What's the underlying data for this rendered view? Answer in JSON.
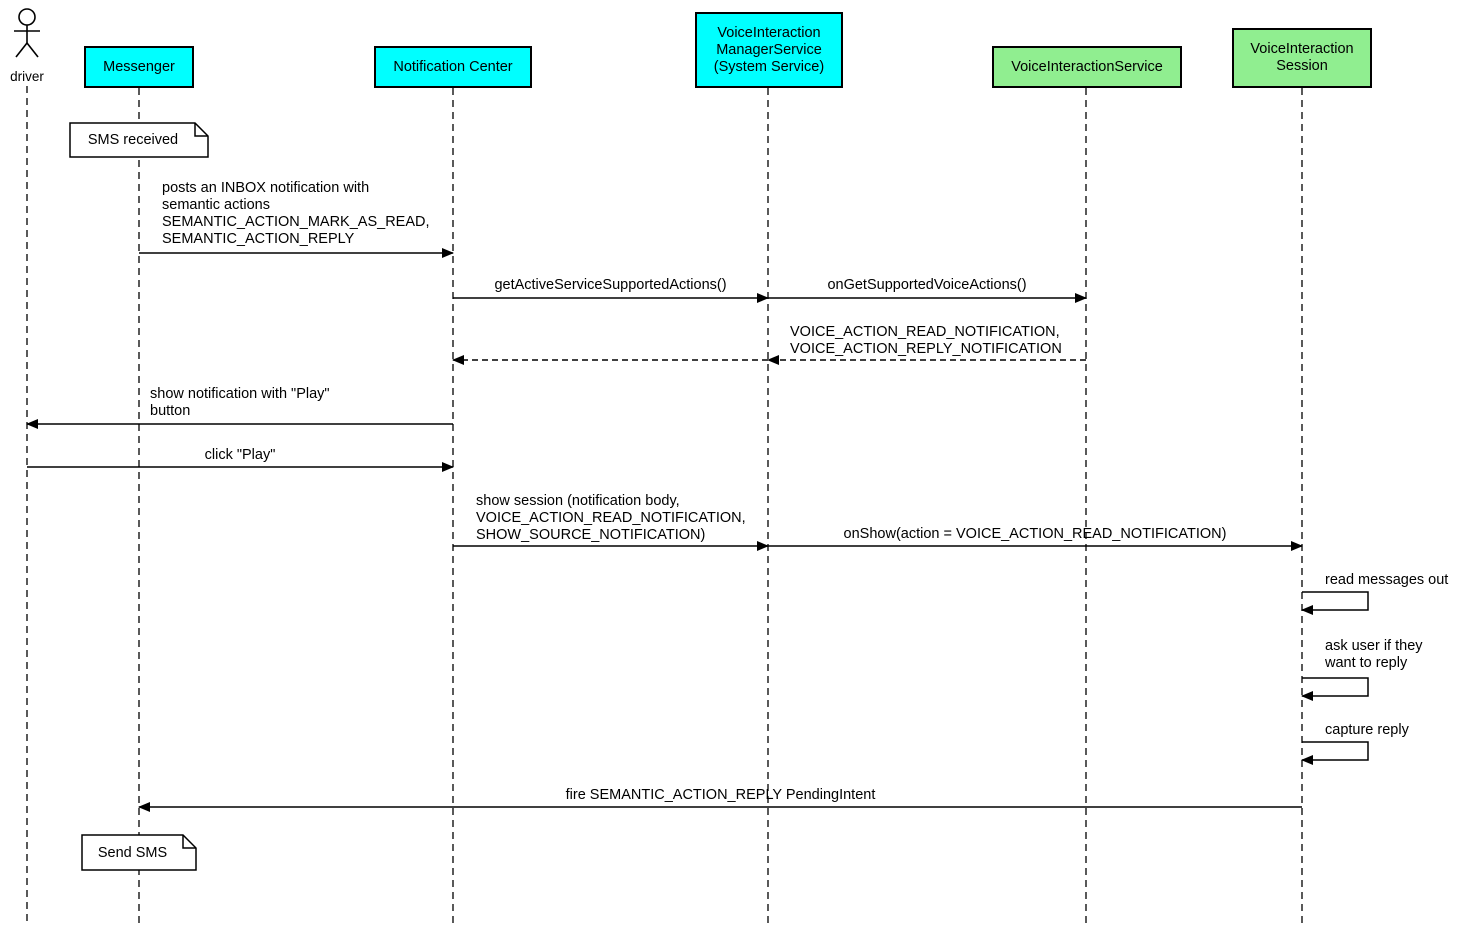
{
  "colors": {
    "system_participant": "#00ffff",
    "voice_participant": "#90ee90",
    "line": "#000000",
    "background": "#ffffff"
  },
  "actor": {
    "label": "driver"
  },
  "participants": [
    {
      "label": "Messenger",
      "color": "#00ffff"
    },
    {
      "label": "Notification Center",
      "color": "#00ffff"
    },
    {
      "label": "VoiceInteraction\nManagerService\n(System Service)",
      "color": "#00ffff"
    },
    {
      "label": "VoiceInteractionService",
      "color": "#90ee90"
    },
    {
      "label": "VoiceInteraction\nSession",
      "color": "#90ee90"
    }
  ],
  "notes": [
    {
      "label": "SMS received"
    },
    {
      "label": "Send SMS"
    }
  ],
  "messages": [
    {
      "label": "posts an INBOX notification with\nsemantic actions\nSEMANTIC_ACTION_MARK_AS_READ,\nSEMANTIC_ACTION_REPLY"
    },
    {
      "label": "getActiveServiceSupportedActions()"
    },
    {
      "label": "onGetSupportedVoiceActions()"
    },
    {
      "label": "VOICE_ACTION_READ_NOTIFICATION,\nVOICE_ACTION_REPLY_NOTIFICATION"
    },
    {
      "label": "show notification with \"Play\"\nbutton"
    },
    {
      "label": "click \"Play\""
    },
    {
      "label": "show session (notification body,\nVOICE_ACTION_READ_NOTIFICATION,\nSHOW_SOURCE_NOTIFICATION)"
    },
    {
      "label": "onShow(action = VOICE_ACTION_READ_NOTIFICATION)"
    },
    {
      "label": "read messages out"
    },
    {
      "label": "ask user if they\nwant to reply"
    },
    {
      "label": "capture reply"
    },
    {
      "label": "fire SEMANTIC_ACTION_REPLY PendingIntent"
    }
  ]
}
